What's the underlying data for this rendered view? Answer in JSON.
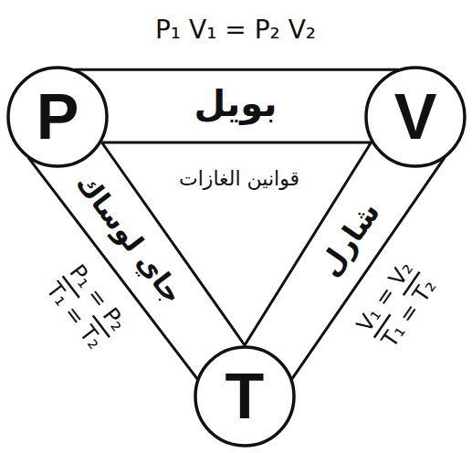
{
  "diagram": {
    "nodes": [
      {
        "text": [
          "P"
        ]
      },
      {
        "text": [
          "V"
        ]
      },
      {
        "text": [
          "T"
        ]
      }
    ],
    "edges": [
      {
        "from": 0,
        "to": 1,
        "arrow": "none",
        "label": "بويل"
      },
      {
        "from": 0,
        "to": 2,
        "arrow": "none",
        "label": "جاي لوساك"
      },
      {
        "from": 1,
        "to": 2,
        "arrow": "none",
        "label": "شارل"
      }
    ],
    "labels": [
      "P₁ V₁ = P₂ V₂",
      "قوانين الغازات",
      "P₁ = P₂",
      "T₁ = T₂",
      "V₁ = V₂",
      "T₁ = T₂"
    ]
  }
}
